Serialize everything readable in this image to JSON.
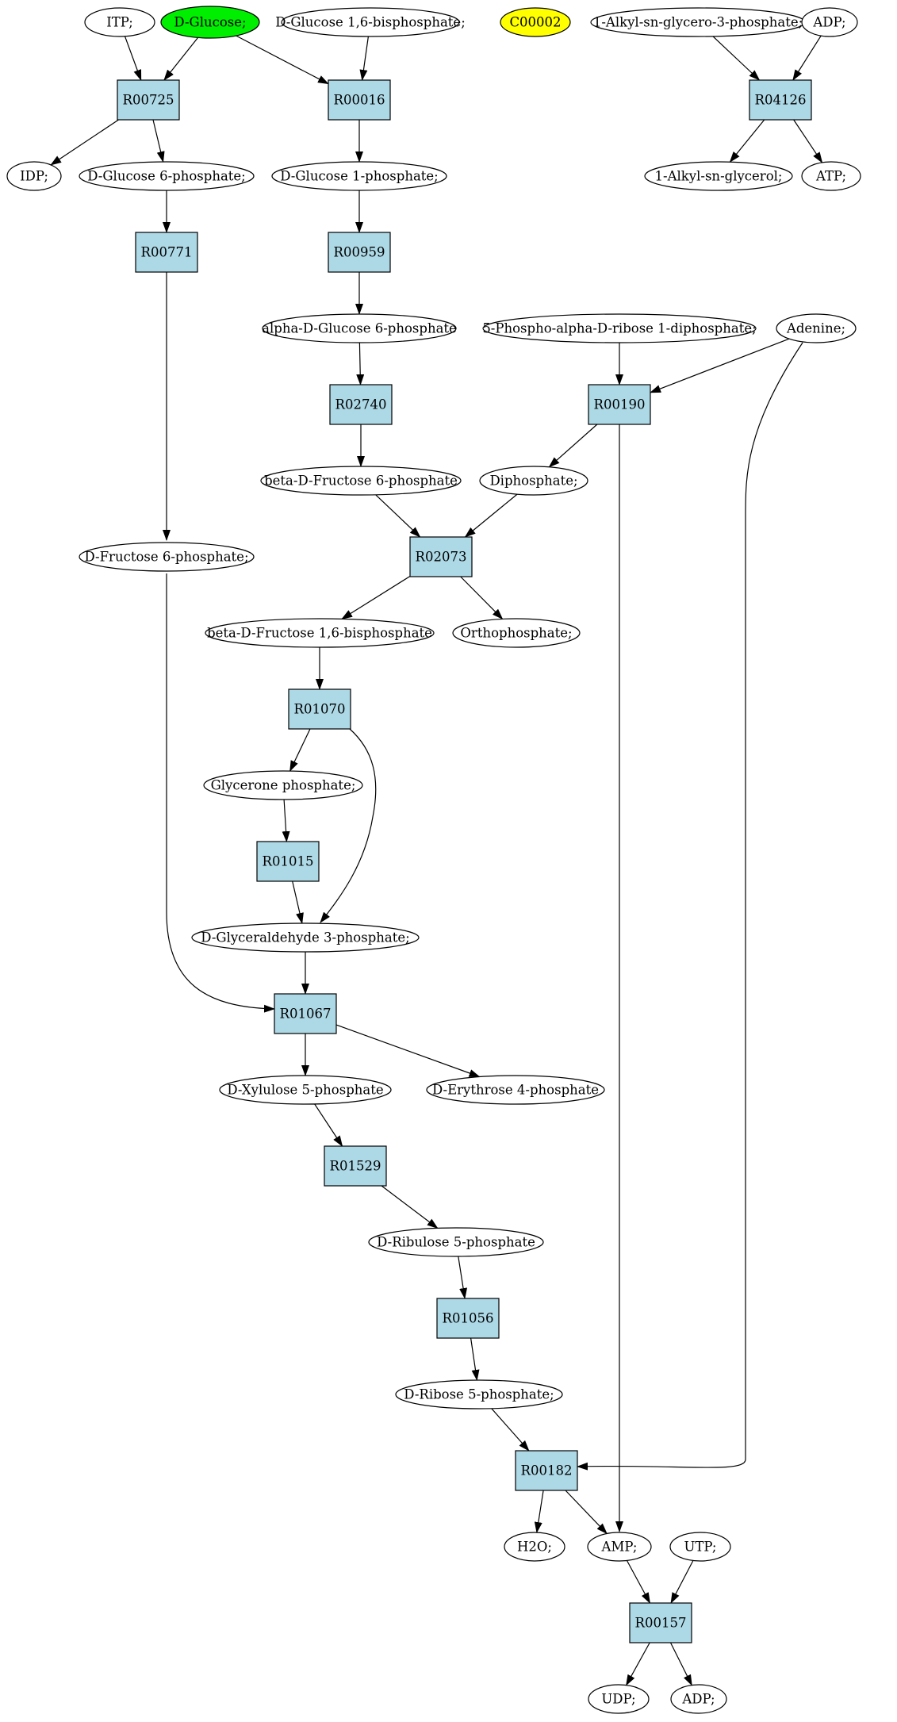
{
  "colors": {
    "reaction_fill": "#add8e6",
    "compound_fill": "#ffffff",
    "highlight_green": "#00ee00",
    "highlight_yellow": "#ffff00",
    "stroke": "#000000"
  },
  "nodes": [
    {
      "id": "itp",
      "kind": "compound",
      "label": "ITP;"
    },
    {
      "id": "dglucose",
      "kind": "compound",
      "label": "D-Glucose;",
      "highlight": "green"
    },
    {
      "id": "dg16bp",
      "kind": "compound",
      "label": "D-Glucose 1,6-bisphosphate;"
    },
    {
      "id": "c00002",
      "kind": "compound",
      "label": "C00002",
      "highlight": "yellow"
    },
    {
      "id": "alkylg3p",
      "kind": "compound",
      "label": "1-Alkyl-sn-glycero-3-phosphate;"
    },
    {
      "id": "adp_top",
      "kind": "compound",
      "label": "ADP;"
    },
    {
      "id": "r00725",
      "kind": "reaction",
      "label": "R00725"
    },
    {
      "id": "r00016",
      "kind": "reaction",
      "label": "R00016"
    },
    {
      "id": "r04126",
      "kind": "reaction",
      "label": "R04126"
    },
    {
      "id": "idp",
      "kind": "compound",
      "label": "IDP;"
    },
    {
      "id": "dg6p",
      "kind": "compound",
      "label": "D-Glucose 6-phosphate;"
    },
    {
      "id": "dg1p",
      "kind": "compound",
      "label": "D-Glucose 1-phosphate;"
    },
    {
      "id": "alkylglycerol",
      "kind": "compound",
      "label": "1-Alkyl-sn-glycerol;"
    },
    {
      "id": "atp",
      "kind": "compound",
      "label": "ATP;"
    },
    {
      "id": "r00771",
      "kind": "reaction",
      "label": "R00771"
    },
    {
      "id": "r00959",
      "kind": "reaction",
      "label": "R00959"
    },
    {
      "id": "adg6p",
      "kind": "compound",
      "label": "alpha-D-Glucose 6-phosphate"
    },
    {
      "id": "prpp",
      "kind": "compound",
      "label": "5-Phospho-alpha-D-ribose 1-diphosphate;"
    },
    {
      "id": "adenine",
      "kind": "compound",
      "label": "Adenine;"
    },
    {
      "id": "r02740",
      "kind": "reaction",
      "label": "R02740"
    },
    {
      "id": "r00190",
      "kind": "reaction",
      "label": "R00190"
    },
    {
      "id": "bdf6p",
      "kind": "compound",
      "label": "beta-D-Fructose 6-phosphate"
    },
    {
      "id": "diphosphate",
      "kind": "compound",
      "label": "Diphosphate;"
    },
    {
      "id": "df6p",
      "kind": "compound",
      "label": "D-Fructose 6-phosphate;"
    },
    {
      "id": "r02073",
      "kind": "reaction",
      "label": "R02073"
    },
    {
      "id": "bdf16bp",
      "kind": "compound",
      "label": "beta-D-Fructose 1,6-bisphosphate"
    },
    {
      "id": "orthophosphate",
      "kind": "compound",
      "label": "Orthophosphate;"
    },
    {
      "id": "r01070",
      "kind": "reaction",
      "label": "R01070"
    },
    {
      "id": "glycerone",
      "kind": "compound",
      "label": "Glycerone phosphate;"
    },
    {
      "id": "r01015",
      "kind": "reaction",
      "label": "R01015"
    },
    {
      "id": "dga3p",
      "kind": "compound",
      "label": "D-Glyceraldehyde 3-phosphate;"
    },
    {
      "id": "r01067",
      "kind": "reaction",
      "label": "R01067"
    },
    {
      "id": "dxu5p",
      "kind": "compound",
      "label": "D-Xylulose 5-phosphate"
    },
    {
      "id": "de4p",
      "kind": "compound",
      "label": "D-Erythrose 4-phosphate"
    },
    {
      "id": "r01529",
      "kind": "reaction",
      "label": "R01529"
    },
    {
      "id": "dru5p",
      "kind": "compound",
      "label": "D-Ribulose 5-phosphate"
    },
    {
      "id": "r01056",
      "kind": "reaction",
      "label": "R01056"
    },
    {
      "id": "dr5p",
      "kind": "compound",
      "label": "D-Ribose 5-phosphate;"
    },
    {
      "id": "r00182",
      "kind": "reaction",
      "label": "R00182"
    },
    {
      "id": "h2o",
      "kind": "compound",
      "label": "H2O;"
    },
    {
      "id": "amp",
      "kind": "compound",
      "label": "AMP;"
    },
    {
      "id": "utp",
      "kind": "compound",
      "label": "UTP;"
    },
    {
      "id": "r00157",
      "kind": "reaction",
      "label": "R00157"
    },
    {
      "id": "udp",
      "kind": "compound",
      "label": "UDP;"
    },
    {
      "id": "adp_bottom",
      "kind": "compound",
      "label": "ADP;"
    }
  ],
  "edges": [
    {
      "from": "itp",
      "to": "r00725"
    },
    {
      "from": "dglucose",
      "to": "r00725"
    },
    {
      "from": "dglucose",
      "to": "r00016"
    },
    {
      "from": "dg16bp",
      "to": "r00016"
    },
    {
      "from": "alkylg3p",
      "to": "r04126"
    },
    {
      "from": "adp_top",
      "to": "r04126"
    },
    {
      "from": "r00725",
      "to": "idp"
    },
    {
      "from": "r00725",
      "to": "dg6p"
    },
    {
      "from": "r00016",
      "to": "dg1p"
    },
    {
      "from": "r04126",
      "to": "alkylglycerol"
    },
    {
      "from": "r04126",
      "to": "atp"
    },
    {
      "from": "dg6p",
      "to": "r00771"
    },
    {
      "from": "dg1p",
      "to": "r00959"
    },
    {
      "from": "r00771",
      "to": "df6p"
    },
    {
      "from": "r00959",
      "to": "adg6p"
    },
    {
      "from": "adg6p",
      "to": "r02740"
    },
    {
      "from": "prpp",
      "to": "r00190"
    },
    {
      "from": "adenine",
      "to": "r00190"
    },
    {
      "from": "adenine",
      "to": "r00182"
    },
    {
      "from": "r02740",
      "to": "bdf6p"
    },
    {
      "from": "r00190",
      "to": "diphosphate"
    },
    {
      "from": "r00190",
      "to": "amp"
    },
    {
      "from": "bdf6p",
      "to": "r02073"
    },
    {
      "from": "diphosphate",
      "to": "r02073"
    },
    {
      "from": "r02073",
      "to": "bdf16bp"
    },
    {
      "from": "r02073",
      "to": "orthophosphate"
    },
    {
      "from": "bdf16bp",
      "to": "r01070"
    },
    {
      "from": "r01070",
      "to": "glycerone"
    },
    {
      "from": "r01070",
      "to": "dga3p"
    },
    {
      "from": "glycerone",
      "to": "r01015"
    },
    {
      "from": "r01015",
      "to": "dga3p"
    },
    {
      "from": "df6p",
      "to": "r01067"
    },
    {
      "from": "dga3p",
      "to": "r01067"
    },
    {
      "from": "r01067",
      "to": "dxu5p"
    },
    {
      "from": "r01067",
      "to": "de4p"
    },
    {
      "from": "dxu5p",
      "to": "r01529"
    },
    {
      "from": "r01529",
      "to": "dru5p"
    },
    {
      "from": "dru5p",
      "to": "r01056"
    },
    {
      "from": "r01056",
      "to": "dr5p"
    },
    {
      "from": "dr5p",
      "to": "r00182"
    },
    {
      "from": "r00182",
      "to": "h2o"
    },
    {
      "from": "r00182",
      "to": "amp"
    },
    {
      "from": "amp",
      "to": "r00157"
    },
    {
      "from": "utp",
      "to": "r00157"
    },
    {
      "from": "r00157",
      "to": "udp"
    },
    {
      "from": "r00157",
      "to": "adp_bottom"
    }
  ]
}
